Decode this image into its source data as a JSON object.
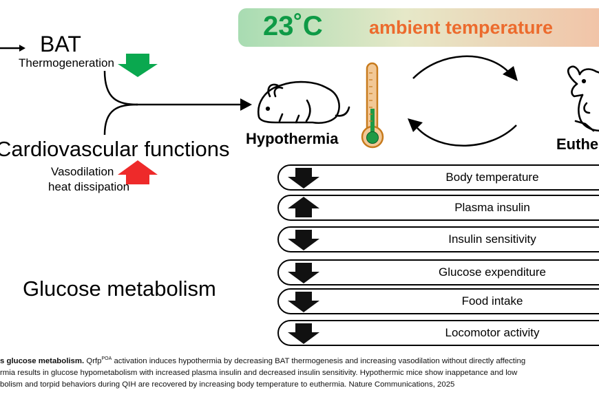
{
  "banner": {
    "temperature": "23˚C",
    "label": "ambient temperature"
  },
  "labels": {
    "bat": "BAT",
    "thermogeneration": "Thermogeneration",
    "cardiovascular": "Cardiovascular functions",
    "vasodilation": "Vasodilation",
    "heat_dissipation": "heat dissipation",
    "glucose_metabolism": "Glucose metabolism",
    "hypothermia": "Hypothermia",
    "euthermia": "Euthe"
  },
  "effects": [
    {
      "label": "Body temperature",
      "direction": "down"
    },
    {
      "label": "Plasma insulin",
      "direction": "up"
    },
    {
      "label": "Insulin sensitivity",
      "direction": "down"
    },
    {
      "label": "Glucose expenditure",
      "direction": "down"
    },
    {
      "label": "Food intake",
      "direction": "down"
    },
    {
      "label": "Locomotor activity",
      "direction": "down"
    }
  ],
  "caption": {
    "bold_start": "s glucose metabolism.",
    "line1_pre": " Qrfp",
    "line1_sup": "POA",
    "line1_post": " activation induces hypothermia by decreasing BAT thermogenesis and increasing vasodilation without directly affecting",
    "line2": "rmia results in glucose hypometabolism with increased plasma insulin and decreased insulin sensitivity. Hypothermic mice show inappetance and low",
    "line3": "bolism and torpid behaviors during QIH are recovered by increasing body temperature to euthermia. Nature Communications, 2025"
  },
  "colors": {
    "green_arrow": "#0aa84f",
    "red_arrow": "#ee2a2a",
    "temperature_green": "#0e9a46",
    "temperature_orange": "#ec6b2d",
    "thermometer_tube": "#f2c896",
    "thermometer_outline": "#c77a1c",
    "mercury": "#1f9a45"
  }
}
